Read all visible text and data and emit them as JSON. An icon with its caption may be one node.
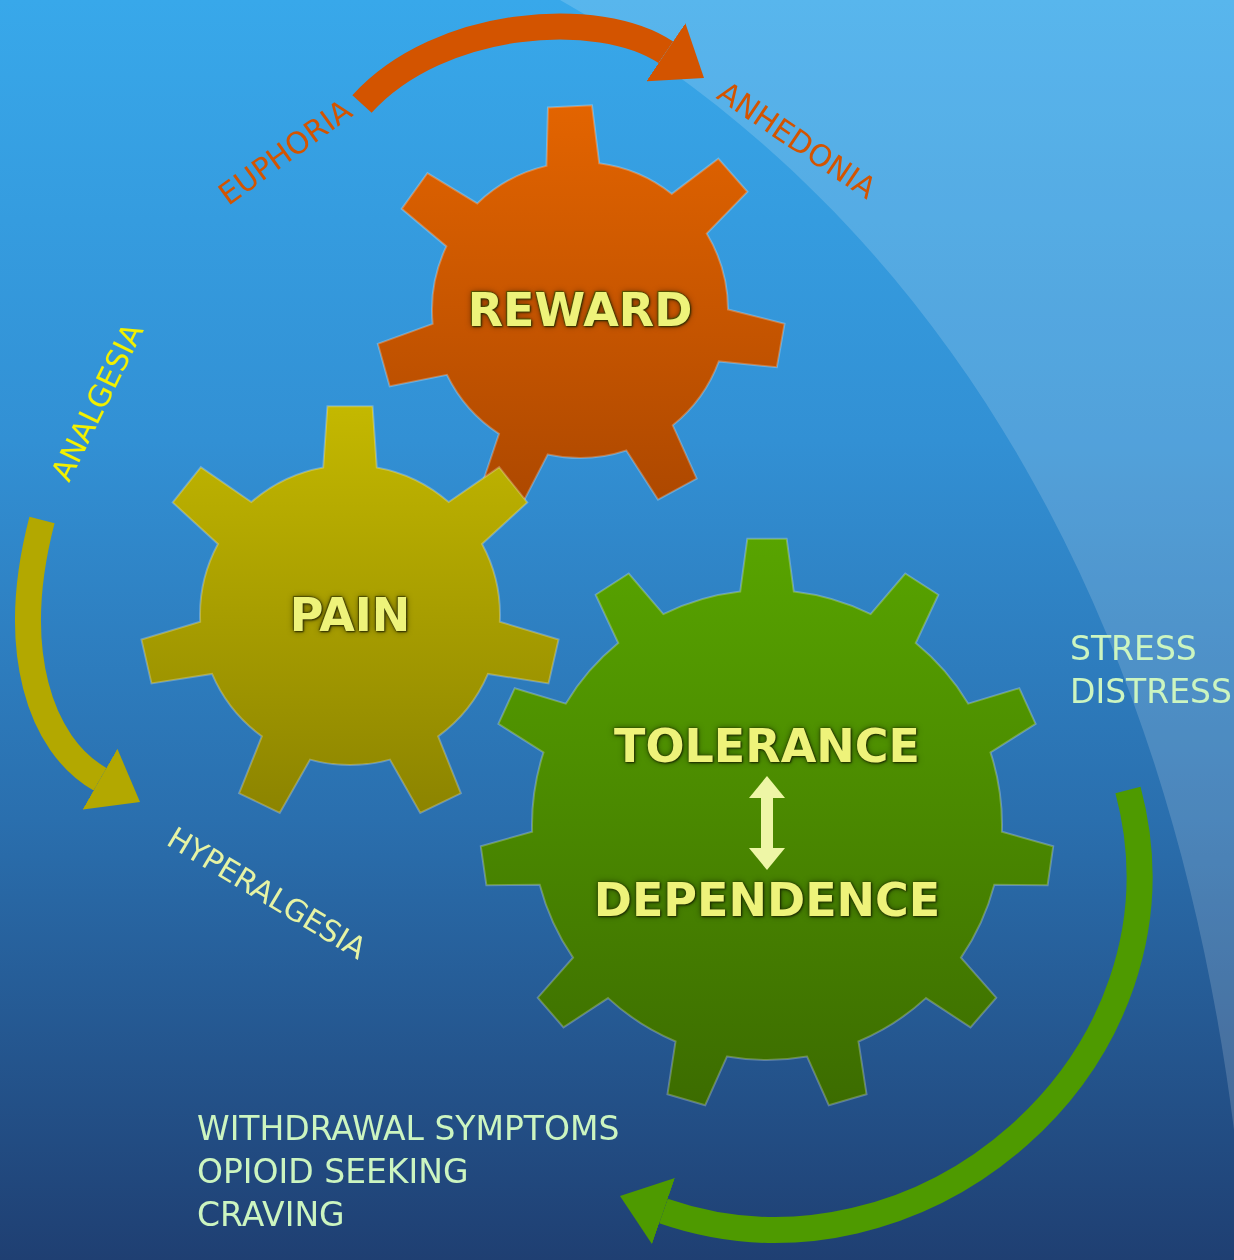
{
  "diagram": {
    "nodes": [
      {
        "text": [
          "REWARD"
        ]
      },
      {
        "text": [
          "PAIN"
        ]
      },
      {
        "text": [],
        "shape": "gear"
      },
      {
        "text": [
          "TOLERANCE"
        ],
        "in": 2
      },
      {
        "text": [
          "DEPENDENCE"
        ],
        "in": 2
      },
      {
        "text": [
          "EUPHORIA"
        ]
      },
      {
        "text": [
          "ANHEDONIA"
        ]
      },
      {
        "text": [
          "ANALGESIA"
        ]
      },
      {
        "text": [
          "HYPERALGESIA"
        ]
      },
      {
        "text": [
          "STRESS",
          "DISTRESS"
        ]
      },
      {
        "text": [
          "WITHDRAWAL SYMPTOMS",
          "OPIOID SEEKING",
          "CRAVING"
        ]
      }
    ],
    "edges": [
      {
        "from": 5,
        "to": 6,
        "arrow": "to",
        "color": "#d35400"
      },
      {
        "from": 7,
        "to": 8,
        "arrow": "to",
        "color": "#b3a800"
      },
      {
        "from": 9,
        "to": 10,
        "arrow": "to",
        "color": "#4e9a00"
      },
      {
        "from": 3,
        "to": 4,
        "arrow": "both",
        "color": "#eef6a6"
      }
    ]
  }
}
